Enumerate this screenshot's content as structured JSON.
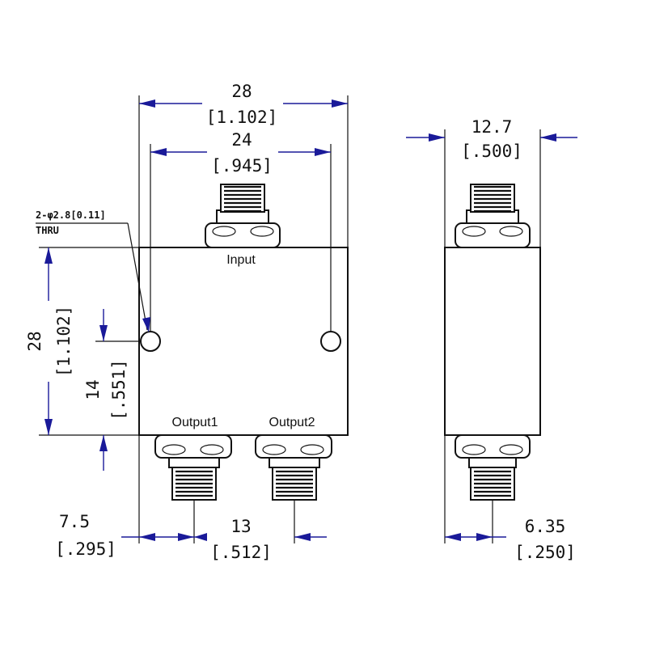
{
  "labels": {
    "input": "Input",
    "output1": "Output1",
    "output2": "Output2"
  },
  "hole_note": {
    "spec": "2-φ2.8[0.11]",
    "type": "THRU"
  },
  "dimensions": {
    "overall_width": {
      "mm": "28",
      "inch": "[1.102]"
    },
    "hole_spacing": {
      "mm": "24",
      "inch": "[.945]"
    },
    "overall_height": {
      "mm": "28",
      "inch": "[1.102]"
    },
    "hole_height": {
      "mm": "14",
      "inch": "[.551]"
    },
    "output1_offset": {
      "mm": "7.5",
      "inch": "[.295]"
    },
    "output_spacing": {
      "mm": "13",
      "inch": "[.512]"
    },
    "depth": {
      "mm": "12.7",
      "inch": "[.500]"
    },
    "side_connector_offset": {
      "mm": "6.35",
      "inch": "[.250]"
    }
  },
  "colors": {
    "outline": "#111111",
    "dimension_line": "#1a1a99"
  }
}
